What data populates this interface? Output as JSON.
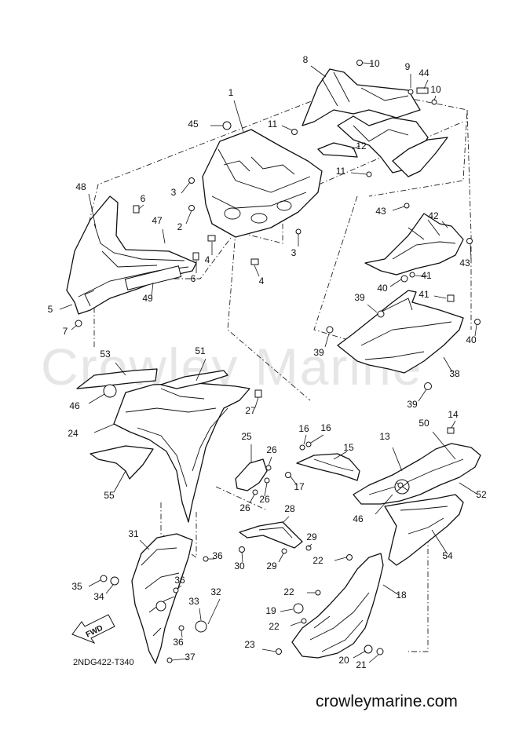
{
  "watermark": "Crowley Marine",
  "diagram_code": "2NDG422-T340",
  "website": "crowleymarine.com",
  "fwd_label": "FWD",
  "callouts": [
    "1",
    "2",
    "3",
    "4",
    "5",
    "6",
    "7",
    "8",
    "9",
    "10",
    "11",
    "12",
    "13",
    "14",
    "15",
    "16",
    "17",
    "18",
    "19",
    "20",
    "21",
    "22",
    "23",
    "24",
    "25",
    "26",
    "27",
    "28",
    "29",
    "30",
    "31",
    "32",
    "33",
    "34",
    "35",
    "36",
    "37",
    "38",
    "39",
    "40",
    "41",
    "42",
    "43",
    "44",
    "45",
    "46",
    "47",
    "48",
    "49",
    "50",
    "51",
    "52",
    "53",
    "54",
    "55"
  ]
}
